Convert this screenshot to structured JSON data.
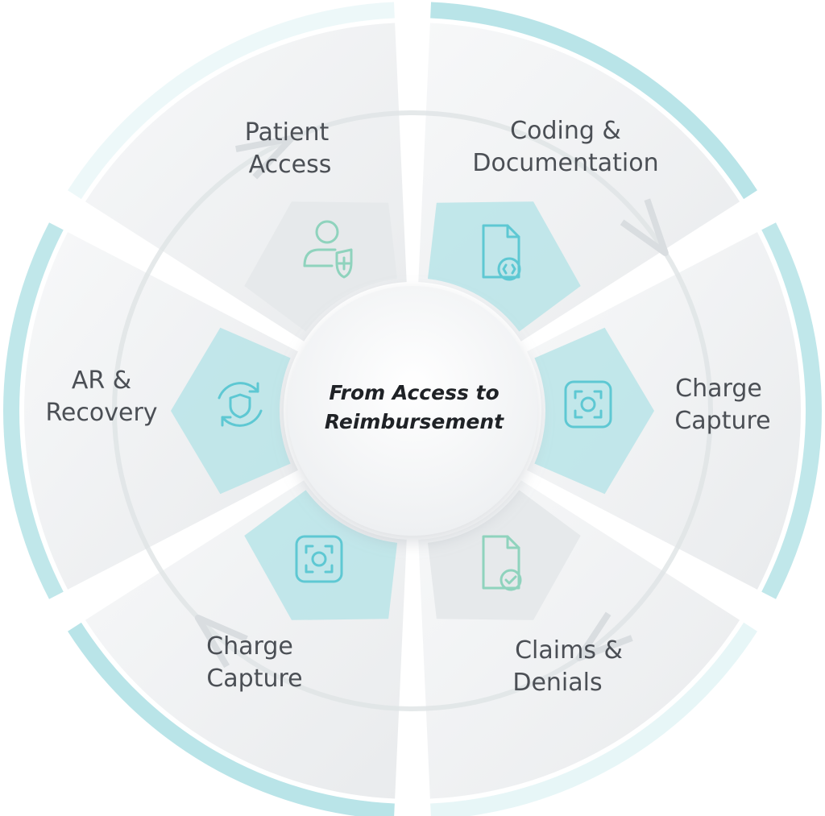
{
  "center": {
    "line1": "From Access to",
    "line2": "Reimbursement"
  },
  "segments": [
    {
      "id": "patient-access",
      "line1": "Patient",
      "line2": "Access",
      "icon": "user-shield-icon",
      "highlight": false
    },
    {
      "id": "coding-documentation",
      "line1": "Coding &",
      "line2": "Documentation",
      "icon": "document-code-icon",
      "highlight": true
    },
    {
      "id": "charge-capture-right",
      "line1": "Charge",
      "line2": "Capture",
      "icon": "scan-frame-icon",
      "highlight": true
    },
    {
      "id": "claims-denials",
      "line1": "Claims &",
      "line2": "Denials",
      "icon": "document-check-icon",
      "highlight": false
    },
    {
      "id": "charge-capture-left",
      "line1": "Charge",
      "line2": "Capture",
      "icon": "scan-frame-icon",
      "highlight": true
    },
    {
      "id": "ar-recovery",
      "line1": "AR &",
      "line2": "Recovery",
      "icon": "shield-refresh-icon",
      "highlight": true
    }
  ],
  "colors": {
    "accent": "#b9e4e8",
    "accent_strong": "#a7dde2",
    "icon_teal": "#5ec8d3",
    "icon_green": "#8fd3bd",
    "segment_light": "#f2f3f4",
    "segment_mid": "#e6e9eb",
    "text": "#4b4f55",
    "center_text": "#1f2226"
  }
}
